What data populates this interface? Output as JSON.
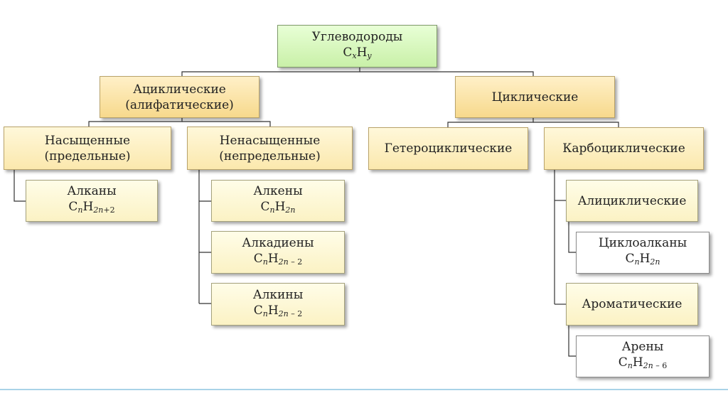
{
  "root": {
    "title": "Углеводороды",
    "formula": {
      "c": "C",
      "c_sub": "x",
      "h": "H",
      "h_sub": "y"
    }
  },
  "acyclic": {
    "title": "Ациклические",
    "subtitle": "(алифатические)"
  },
  "cyclic": {
    "title": "Циклические"
  },
  "saturated": {
    "title": "Насыщенные",
    "subtitle": "(предельные)"
  },
  "unsaturated": {
    "title": "Ненасыщенные",
    "subtitle": "(непредельные)"
  },
  "heterocyclic": {
    "title": "Гетероциклические"
  },
  "carbocyclic": {
    "title": "Карбоциклические"
  },
  "alkanes": {
    "title": "Алканы",
    "formula": {
      "c": "C",
      "c_sub": "n",
      "h": "H",
      "h_sub_var": "2n",
      "h_sub_const": "+2"
    }
  },
  "alkenes": {
    "title": "Алкены",
    "formula": {
      "c": "C",
      "c_sub": "n",
      "h": "H",
      "h_sub_var": "2n",
      "h_sub_const": ""
    }
  },
  "alkadienes": {
    "title": "Алкадиены",
    "formula": {
      "c": "C",
      "c_sub": "n",
      "h": "H",
      "h_sub_var": "2n",
      "h_sub_const": " – 2"
    }
  },
  "alkynes": {
    "title": "Алкины",
    "formula": {
      "c": "C",
      "c_sub": "n",
      "h": "H",
      "h_sub_var": "2n",
      "h_sub_const": " – 2"
    }
  },
  "alicyclic": {
    "title": "Алициклические"
  },
  "cycloalkanes": {
    "title": "Циклоалканы",
    "formula": {
      "c": "C",
      "c_sub": "n",
      "h": "H",
      "h_sub_var": "2n",
      "h_sub_const": ""
    }
  },
  "aromatic": {
    "title": "Ароматические"
  },
  "arenes": {
    "title": "Арены",
    "formula": {
      "c": "C",
      "c_sub": "n",
      "h": "H",
      "h_sub_var": "2n",
      "h_sub_const": " – 6"
    }
  }
}
